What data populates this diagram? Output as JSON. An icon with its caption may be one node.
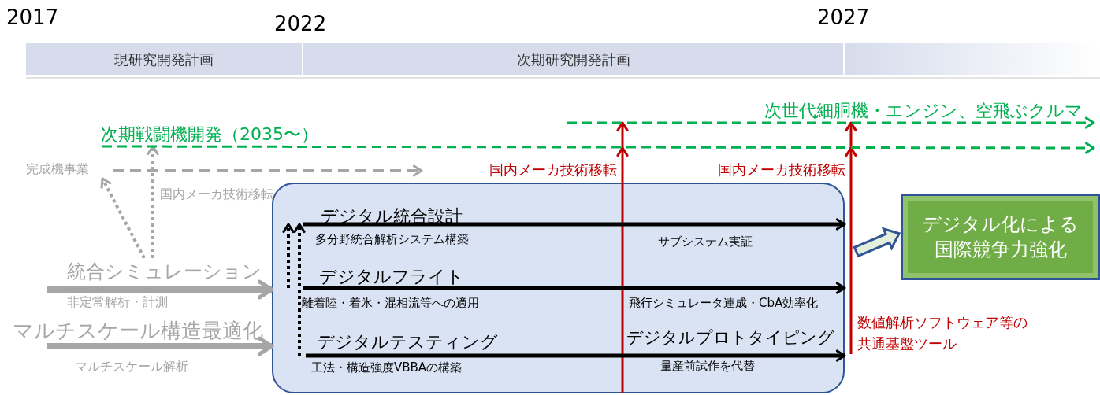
{
  "diagram": {
    "nodes": [
      {
        "text": [
          "現研究開発計画"
        ]
      },
      {
        "text": [
          "次期研究開発計画"
        ]
      },
      {
        "text": [],
        "shape": "bar"
      },
      {
        "text": [
          "完成機事業"
        ]
      },
      {
        "text": [
          "統合シミュレーション"
        ]
      },
      {
        "text": [],
        "shape": "box"
      },
      {
        "text": [
          "デジタル統合設計"
        ],
        "in": 5
      },
      {
        "text": [
          "デジタルフライト"
        ],
        "in": 5
      },
      {
        "text": [
          "デジタルテスティング"
        ],
        "in": 5
      },
      {
        "text": [
          "デジタルプロトタイピング"
        ],
        "in": 5
      },
      {
        "text": [
          "数値解析ソフトウェア等の共通基盤ツール"
        ]
      },
      {
        "text": [
          "デジタル化による国際競争力強化"
        ]
      },
      {
        "text": [
          "次世代細胴機・エンジン、空飛ぶクルマ"
        ]
      },
      {
        "text": [
          "マルチスケール構造最適化"
        ]
      },
      {
        "text": [
          "次期戦闘機開発（2035〜）"
        ]
      }
    ],
    "edges": [
      {
        "from": 3,
        "to": 5,
        "arrow": "to",
        "style": "dashed",
        "color": "#a6a6a6"
      },
      {
        "from": 4,
        "to": 3,
        "arrow": "to",
        "style": "dashed",
        "color": "#a6a6a6"
      },
      {
        "from": 4,
        "to": 14,
        "arrow": "to",
        "style": "dashed",
        "color": "#a6a6a6",
        "label": "国内メーカ技術移転"
      },
      {
        "from": 4,
        "to": 5,
        "arrow": "to",
        "style": "thick",
        "color": "#a6a6a6"
      },
      {
        "from": 13,
        "to": 5,
        "arrow": "to",
        "style": "thick",
        "color": "#a6a6a6"
      },
      {
        "from": 5,
        "to": null,
        "arrow": "to",
        "color": "#c00000",
        "label": "国内メーカ技術移転"
      },
      {
        "from": 10,
        "to": 12,
        "arrow": "to",
        "color": "#c00000",
        "label": "国内メーカ技術移転"
      },
      {
        "from": 5,
        "to": 11,
        "arrow": "to",
        "style": "thick",
        "color": "#2f5597"
      },
      {
        "from": 6,
        "to": 5,
        "arrow": "to",
        "color": "#000000"
      },
      {
        "from": 7,
        "to": 5,
        "arrow": "to",
        "color": "#000000"
      },
      {
        "from": 8,
        "to": 5,
        "arrow": "to",
        "color": "#000000"
      },
      {
        "from": null,
        "to": 12,
        "arrow": "to",
        "style": "dashed",
        "color": "#00b050"
      },
      {
        "from": 14,
        "to": 12,
        "arrow": "to",
        "style": "dashed",
        "color": "#00b050"
      },
      {
        "from": 7,
        "to": 6,
        "arrow": "to",
        "style": "dashed",
        "color": "#000000"
      },
      {
        "from": 8,
        "to": 6,
        "arrow": "to",
        "style": "dashed",
        "color": "#000000"
      }
    ],
    "labels": [
      "2017",
      "2022",
      "2027",
      "非定常解析・計測",
      "マルチスケール解析",
      "多分野統合解析システム構築",
      "サブシステム実証",
      "離着陸・着氷・混相流等への適用",
      "飛行シミュレータ連成・CbA効率化",
      "工法・構造強度VBBAの構築",
      "量産前試作を代替"
    ]
  }
}
